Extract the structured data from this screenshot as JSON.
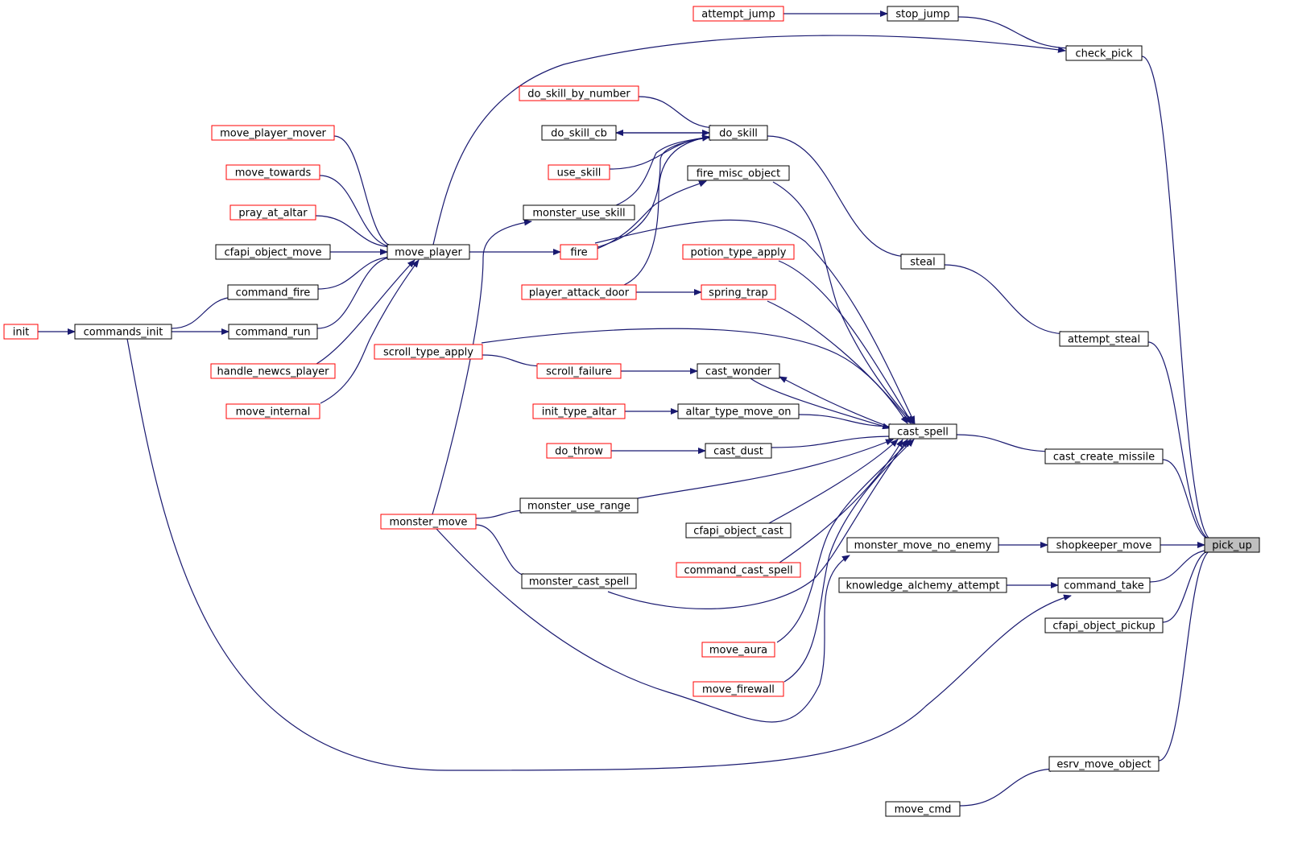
{
  "colors": {
    "edge": "#191970",
    "box_border_normal": "#000000",
    "box_border_truncated": "#ff0000",
    "focus_fill": "#bfbfbf"
  },
  "nodes": [
    {
      "id": "pick_up",
      "label": "pick_up",
      "style": "focus"
    },
    {
      "id": "check_pick",
      "label": "check_pick",
      "style": "normal"
    },
    {
      "id": "stop_jump",
      "label": "stop_jump",
      "style": "normal"
    },
    {
      "id": "attempt_jump",
      "label": "attempt_jump",
      "style": "truncated"
    },
    {
      "id": "move_player",
      "label": "move_player",
      "style": "normal"
    },
    {
      "id": "move_player_mover",
      "label": "move_player_mover",
      "style": "truncated"
    },
    {
      "id": "move_towards",
      "label": "move_towards",
      "style": "truncated"
    },
    {
      "id": "pray_at_altar",
      "label": "pray_at_altar",
      "style": "truncated"
    },
    {
      "id": "cfapi_object_move",
      "label": "cfapi_object_move",
      "style": "normal"
    },
    {
      "id": "command_fire",
      "label": "command_fire",
      "style": "normal"
    },
    {
      "id": "command_run",
      "label": "command_run",
      "style": "normal"
    },
    {
      "id": "handle_newcs_player",
      "label": "handle_newcs_player",
      "style": "truncated"
    },
    {
      "id": "move_internal",
      "label": "move_internal",
      "style": "truncated"
    },
    {
      "id": "commands_init",
      "label": "commands_init",
      "style": "normal"
    },
    {
      "id": "init",
      "label": "init",
      "style": "truncated"
    },
    {
      "id": "attempt_steal",
      "label": "attempt_steal",
      "style": "normal"
    },
    {
      "id": "steal",
      "label": "steal",
      "style": "normal"
    },
    {
      "id": "do_skill",
      "label": "do_skill",
      "style": "normal"
    },
    {
      "id": "do_skill_by_number",
      "label": "do_skill_by_number",
      "style": "truncated"
    },
    {
      "id": "do_skill_cb",
      "label": "do_skill_cb",
      "style": "normal"
    },
    {
      "id": "use_skill",
      "label": "use_skill",
      "style": "truncated"
    },
    {
      "id": "monster_use_skill",
      "label": "monster_use_skill",
      "style": "normal"
    },
    {
      "id": "fire",
      "label": "fire",
      "style": "truncated"
    },
    {
      "id": "player_attack_door",
      "label": "player_attack_door",
      "style": "truncated"
    },
    {
      "id": "monster_move",
      "label": "monster_move",
      "style": "truncated"
    },
    {
      "id": "cast_create_missile",
      "label": "cast_create_missile",
      "style": "normal"
    },
    {
      "id": "cast_spell",
      "label": "cast_spell",
      "style": "normal"
    },
    {
      "id": "fire_misc_object",
      "label": "fire_misc_object",
      "style": "normal"
    },
    {
      "id": "potion_type_apply",
      "label": "potion_type_apply",
      "style": "truncated"
    },
    {
      "id": "spring_trap",
      "label": "spring_trap",
      "style": "truncated"
    },
    {
      "id": "scroll_type_apply",
      "label": "scroll_type_apply",
      "style": "truncated"
    },
    {
      "id": "cast_wonder",
      "label": "cast_wonder",
      "style": "normal"
    },
    {
      "id": "scroll_failure",
      "label": "scroll_failure",
      "style": "truncated"
    },
    {
      "id": "altar_type_move_on",
      "label": "altar_type_move_on",
      "style": "normal"
    },
    {
      "id": "init_type_altar",
      "label": "init_type_altar",
      "style": "truncated"
    },
    {
      "id": "cast_dust",
      "label": "cast_dust",
      "style": "normal"
    },
    {
      "id": "do_throw",
      "label": "do_throw",
      "style": "truncated"
    },
    {
      "id": "monster_use_range",
      "label": "monster_use_range",
      "style": "normal"
    },
    {
      "id": "cfapi_object_cast",
      "label": "cfapi_object_cast",
      "style": "normal"
    },
    {
      "id": "command_cast_spell",
      "label": "command_cast_spell",
      "style": "truncated"
    },
    {
      "id": "monster_cast_spell",
      "label": "monster_cast_spell",
      "style": "normal"
    },
    {
      "id": "move_aura",
      "label": "move_aura",
      "style": "truncated"
    },
    {
      "id": "move_firewall",
      "label": "move_firewall",
      "style": "truncated"
    },
    {
      "id": "shopkeeper_move",
      "label": "shopkeeper_move",
      "style": "normal"
    },
    {
      "id": "monster_move_no_enemy",
      "label": "monster_move_no_enemy",
      "style": "normal"
    },
    {
      "id": "command_take",
      "label": "command_take",
      "style": "normal"
    },
    {
      "id": "knowledge_alchemy_attempt",
      "label": "knowledge_alchemy_attempt",
      "style": "normal"
    },
    {
      "id": "cfapi_object_pickup",
      "label": "cfapi_object_pickup",
      "style": "normal"
    },
    {
      "id": "esrv_move_object",
      "label": "esrv_move_object",
      "style": "normal"
    },
    {
      "id": "move_cmd",
      "label": "move_cmd",
      "style": "normal"
    }
  ],
  "edges": [
    [
      "check_pick",
      "pick_up"
    ],
    [
      "attempt_steal",
      "pick_up"
    ],
    [
      "cast_create_missile",
      "pick_up"
    ],
    [
      "shopkeeper_move",
      "pick_up"
    ],
    [
      "command_take",
      "pick_up"
    ],
    [
      "cfapi_object_pickup",
      "pick_up"
    ],
    [
      "esrv_move_object",
      "pick_up"
    ],
    [
      "stop_jump",
      "check_pick"
    ],
    [
      "move_player",
      "check_pick"
    ],
    [
      "attempt_jump",
      "stop_jump"
    ],
    [
      "move_player_mover",
      "move_player"
    ],
    [
      "move_towards",
      "move_player"
    ],
    [
      "pray_at_altar",
      "move_player"
    ],
    [
      "cfapi_object_move",
      "move_player"
    ],
    [
      "command_fire",
      "move_player"
    ],
    [
      "command_run",
      "move_player"
    ],
    [
      "handle_newcs_player",
      "move_player"
    ],
    [
      "move_internal",
      "move_player"
    ],
    [
      "commands_init",
      "command_fire"
    ],
    [
      "commands_init",
      "command_run"
    ],
    [
      "init",
      "commands_init"
    ],
    [
      "steal",
      "attempt_steal"
    ],
    [
      "do_skill",
      "steal"
    ],
    [
      "do_skill_by_number",
      "do_skill"
    ],
    [
      "do_skill_cb",
      "do_skill"
    ],
    [
      "do_skill",
      "do_skill_cb"
    ],
    [
      "use_skill",
      "do_skill"
    ],
    [
      "monster_use_skill",
      "do_skill"
    ],
    [
      "fire",
      "do_skill"
    ],
    [
      "player_attack_door",
      "do_skill"
    ],
    [
      "monster_move",
      "monster_use_skill"
    ],
    [
      "move_player",
      "fire"
    ],
    [
      "cast_spell",
      "cast_create_missile"
    ],
    [
      "fire_misc_object",
      "cast_spell"
    ],
    [
      "fire",
      "fire_misc_object"
    ],
    [
      "fire",
      "cast_spell"
    ],
    [
      "potion_type_apply",
      "cast_spell"
    ],
    [
      "spring_trap",
      "cast_spell"
    ],
    [
      "player_attack_door",
      "spring_trap"
    ],
    [
      "scroll_type_apply",
      "cast_spell"
    ],
    [
      "cast_wonder",
      "cast_spell"
    ],
    [
      "cast_spell",
      "cast_wonder"
    ],
    [
      "scroll_failure",
      "cast_wonder"
    ],
    [
      "scroll_type_apply",
      "scroll_failure"
    ],
    [
      "altar_type_move_on",
      "cast_spell"
    ],
    [
      "init_type_altar",
      "altar_type_move_on"
    ],
    [
      "cast_dust",
      "cast_spell"
    ],
    [
      "do_throw",
      "cast_dust"
    ],
    [
      "monster_use_range",
      "cast_spell"
    ],
    [
      "monster_move",
      "monster_use_range"
    ],
    [
      "cfapi_object_cast",
      "cast_spell"
    ],
    [
      "command_cast_spell",
      "cast_spell"
    ],
    [
      "monster_cast_spell",
      "cast_spell"
    ],
    [
      "monster_move",
      "monster_cast_spell"
    ],
    [
      "move_aura",
      "cast_spell"
    ],
    [
      "move_firewall",
      "cast_spell"
    ],
    [
      "monster_move_no_enemy",
      "shopkeeper_move"
    ],
    [
      "monster_move",
      "monster_move_no_enemy"
    ],
    [
      "knowledge_alchemy_attempt",
      "command_take"
    ],
    [
      "commands_init",
      "command_take"
    ],
    [
      "move_cmd",
      "esrv_move_object"
    ]
  ]
}
